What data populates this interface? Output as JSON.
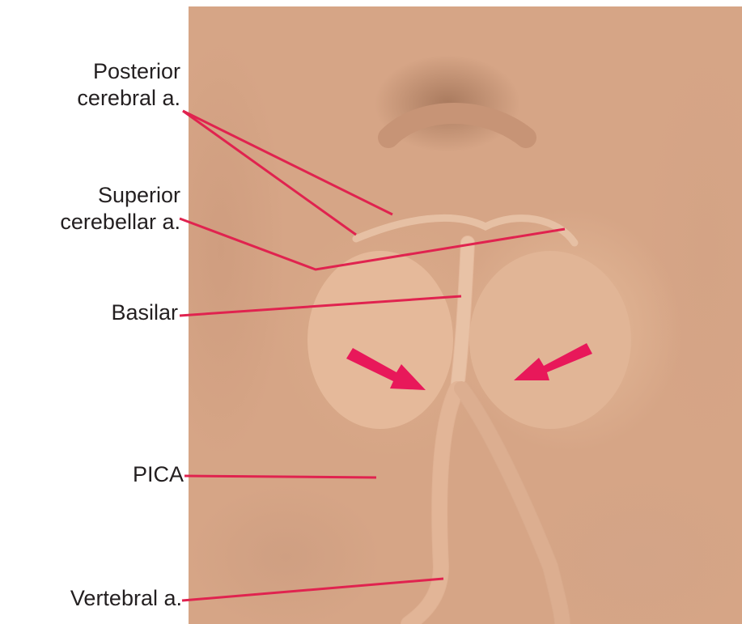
{
  "labels": {
    "posterior_cerebral_line1": "Posterior",
    "posterior_cerebral_line2": "cerebral a.",
    "superior_cerebellar_line1": "Superior",
    "superior_cerebellar_line2": "cerebellar a.",
    "basilar": "Basilar",
    "pica": "PICA",
    "vertebral": "Vertebral a."
  },
  "colors": {
    "leader": "#e0234f",
    "text": "#231f20"
  }
}
